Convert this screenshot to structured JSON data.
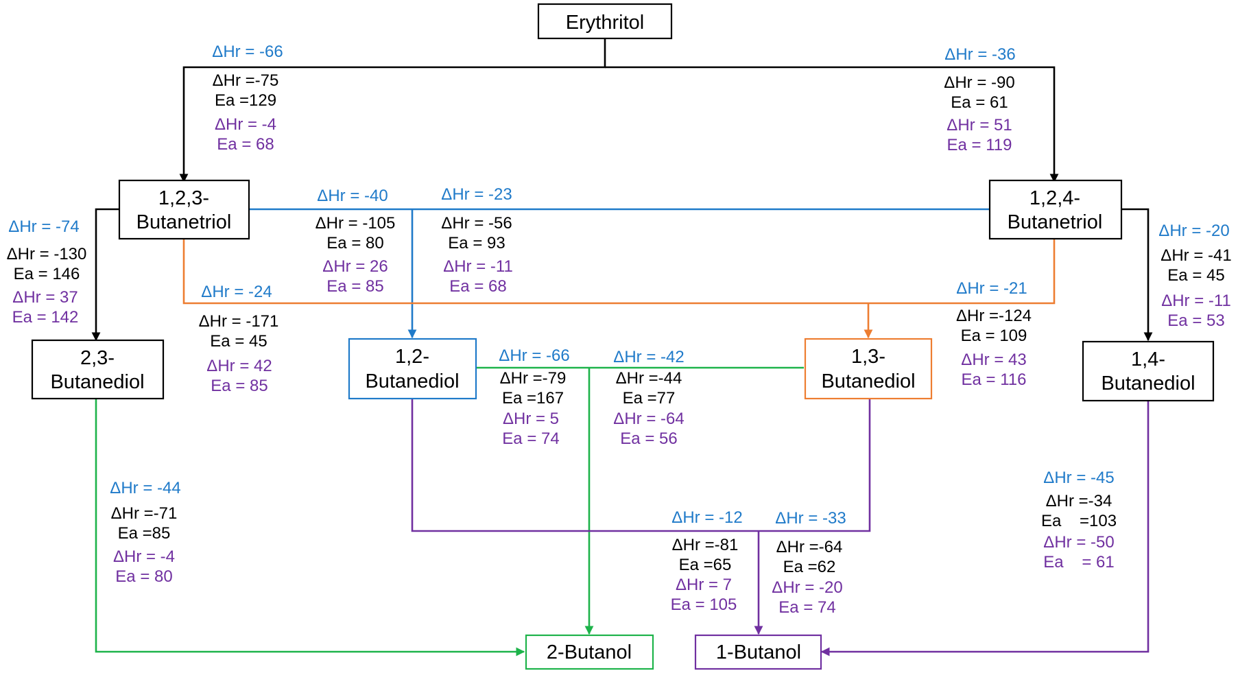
{
  "colors": {
    "black": "#000000",
    "blue": "#1f7ac9",
    "purple": "#7030a0",
    "orange": "#ed7d31",
    "green": "#1db34a"
  },
  "nodes": {
    "erythritol": {
      "lines": [
        "Erythritol"
      ],
      "color": "#000000"
    },
    "butanetriol_123": {
      "lines": [
        "1,2,3-",
        "Butanetriol"
      ],
      "color": "#000000"
    },
    "butanetriol_124": {
      "lines": [
        "1,2,4-",
        "Butanetriol"
      ],
      "color": "#000000"
    },
    "butanediol_23": {
      "lines": [
        "2,3-",
        "Butanediol"
      ],
      "color": "#000000"
    },
    "butanediol_12": {
      "lines": [
        "1,2-",
        "Butanediol"
      ],
      "color": "#1f7ac9"
    },
    "butanediol_13": {
      "lines": [
        "1,3-",
        "Butanediol"
      ],
      "color": "#ed7d31"
    },
    "butanediol_14": {
      "lines": [
        "1,4-",
        "Butanediol"
      ],
      "color": "#000000"
    },
    "butanol_2": {
      "lines": [
        "2-Butanol"
      ],
      "color": "#1db34a"
    },
    "butanol_1": {
      "lines": [
        "1-Butanol"
      ],
      "color": "#7030a0"
    }
  },
  "annotations": {
    "e_to_123": {
      "dhr_blue": "ΔHr = -66",
      "dhr": "ΔHr =-75",
      "ea": "Ea =129",
      "dhr_purple": "ΔHr = -4",
      "ea_purple": "Ea = 68"
    },
    "e_to_124": {
      "dhr_blue": "ΔHr = -36",
      "dhr": "ΔHr = -90",
      "ea": "Ea = 61",
      "dhr_purple": "ΔHr = 51",
      "ea_purple": "Ea = 119"
    },
    "t123_to_23": {
      "dhr_blue": "ΔHr = -74",
      "dhr": "ΔHr = -130",
      "ea": "Ea = 146",
      "dhr_purple": "ΔHr = 37",
      "ea_purple": "Ea = 142"
    },
    "t123_to_12": {
      "dhr_blue": "ΔHr = -40",
      "dhr": "ΔHr = -105",
      "ea": "Ea = 80",
      "dhr_purple": "ΔHr = 26",
      "ea_purple": "Ea = 85"
    },
    "t124_to_12": {
      "dhr_blue": "ΔHr = -23",
      "dhr": "ΔHr = -56",
      "ea": "Ea = 93",
      "dhr_purple": "ΔHr = -11",
      "ea_purple": "Ea = 68"
    },
    "t123_to_13": {
      "dhr_blue": "ΔHr = -24",
      "dhr": "ΔHr = -171",
      "ea": "Ea = 45",
      "dhr_purple": "ΔHr = 42",
      "ea_purple": "Ea = 85"
    },
    "t124_to_13": {
      "dhr_blue": "ΔHr = -21",
      "dhr": "ΔHr =-124",
      "ea": "Ea = 109",
      "dhr_purple": "ΔHr = 43",
      "ea_purple": "Ea = 116"
    },
    "t124_to_14": {
      "dhr_blue": "ΔHr = -20",
      "dhr": "ΔHr = -41",
      "ea": "Ea = 45",
      "dhr_purple": "ΔHr = -11",
      "ea_purple": "Ea = 53"
    },
    "d12_to_2but": {
      "dhr_blue": "ΔHr = -66",
      "dhr": "ΔHr =-79",
      "ea": "Ea =167",
      "dhr_purple": "ΔHr = 5",
      "ea_purple": "Ea = 74"
    },
    "d13_to_2but": {
      "dhr_blue": "ΔHr = -42",
      "dhr": "ΔHr =-44",
      "ea": "Ea =77",
      "dhr_purple": "ΔHr = -64",
      "ea_purple": "Ea = 56"
    },
    "d23_to_2but": {
      "dhr_blue": "ΔHr = -44",
      "dhr": "ΔHr =-71",
      "ea": "Ea =85",
      "dhr_purple": "ΔHr = -4",
      "ea_purple": "Ea = 80"
    },
    "d12_to_1but": {
      "dhr_blue": "ΔHr = -12",
      "dhr": "ΔHr =-81",
      "ea": "Ea =65",
      "dhr_purple": "ΔHr = 7",
      "ea_purple": "Ea = 105"
    },
    "d13_to_1but": {
      "dhr_blue": "ΔHr = -33",
      "dhr": "ΔHr =-64",
      "ea": "Ea =62",
      "dhr_purple": "ΔHr = -20",
      "ea_purple": "Ea = 74"
    },
    "d14_to_1but": {
      "dhr_blue": "ΔHr = -45",
      "dhr": "ΔHr =-34",
      "ea": "Ea    =103",
      "dhr_purple": "ΔHr = -50",
      "ea_purple": "Ea    = 61"
    }
  }
}
